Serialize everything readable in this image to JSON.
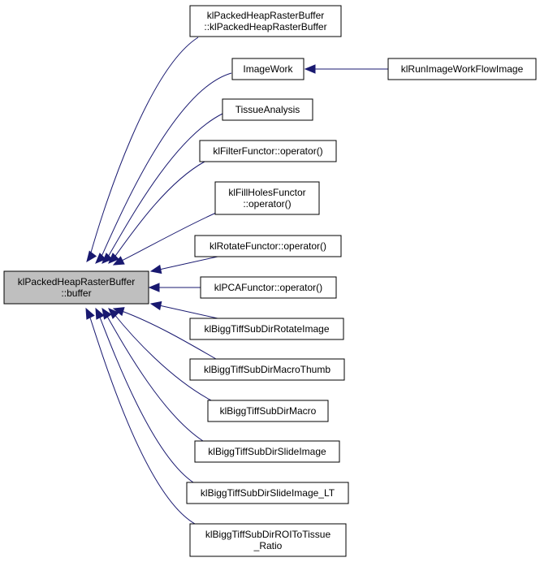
{
  "colors": {
    "edge": "#191970",
    "root_fill": "#bfbfbf",
    "node_fill": "#ffffff",
    "border": "#000000"
  },
  "nodes": [
    {
      "id": "root",
      "lines": [
        "klPackedHeapRasterBuffer",
        "::buffer"
      ]
    },
    {
      "id": "n1",
      "lines": [
        "klPackedHeapRasterBuffer",
        "::klPackedHeapRasterBuffer"
      ]
    },
    {
      "id": "n2",
      "lines": [
        "ImageWork"
      ]
    },
    {
      "id": "n3",
      "lines": [
        "klRunImageWorkFlowImage"
      ]
    },
    {
      "id": "n4",
      "lines": [
        "TissueAnalysis"
      ]
    },
    {
      "id": "n5",
      "lines": [
        "klFilterFunctor::operator()"
      ]
    },
    {
      "id": "n6",
      "lines": [
        "klFillHolesFunctor",
        "::operator()"
      ]
    },
    {
      "id": "n7",
      "lines": [
        "klRotateFunctor::operator()"
      ]
    },
    {
      "id": "n8",
      "lines": [
        "klPCAFunctor::operator()"
      ]
    },
    {
      "id": "n9",
      "lines": [
        "klBiggTiffSubDirRotateImage"
      ]
    },
    {
      "id": "n10",
      "lines": [
        "klBiggTiffSubDirMacroThumb"
      ]
    },
    {
      "id": "n11",
      "lines": [
        "klBiggTiffSubDirMacro"
      ]
    },
    {
      "id": "n12",
      "lines": [
        "klBiggTiffSubDirSlideImage"
      ]
    },
    {
      "id": "n13",
      "lines": [
        "klBiggTiffSubDirSlideImage_LT"
      ]
    },
    {
      "id": "n14",
      "lines": [
        "klBiggTiffSubDirROIToTissue",
        "_Ratio"
      ]
    }
  ],
  "edges": [
    {
      "from": "n1",
      "to": "root"
    },
    {
      "from": "n2",
      "to": "root"
    },
    {
      "from": "n3",
      "to": "n2"
    },
    {
      "from": "n4",
      "to": "root"
    },
    {
      "from": "n5",
      "to": "root"
    },
    {
      "from": "n6",
      "to": "root"
    },
    {
      "from": "n7",
      "to": "root"
    },
    {
      "from": "n8",
      "to": "root"
    },
    {
      "from": "n9",
      "to": "root"
    },
    {
      "from": "n10",
      "to": "root"
    },
    {
      "from": "n11",
      "to": "root"
    },
    {
      "from": "n12",
      "to": "root"
    },
    {
      "from": "n13",
      "to": "root"
    },
    {
      "from": "n14",
      "to": "root"
    }
  ]
}
